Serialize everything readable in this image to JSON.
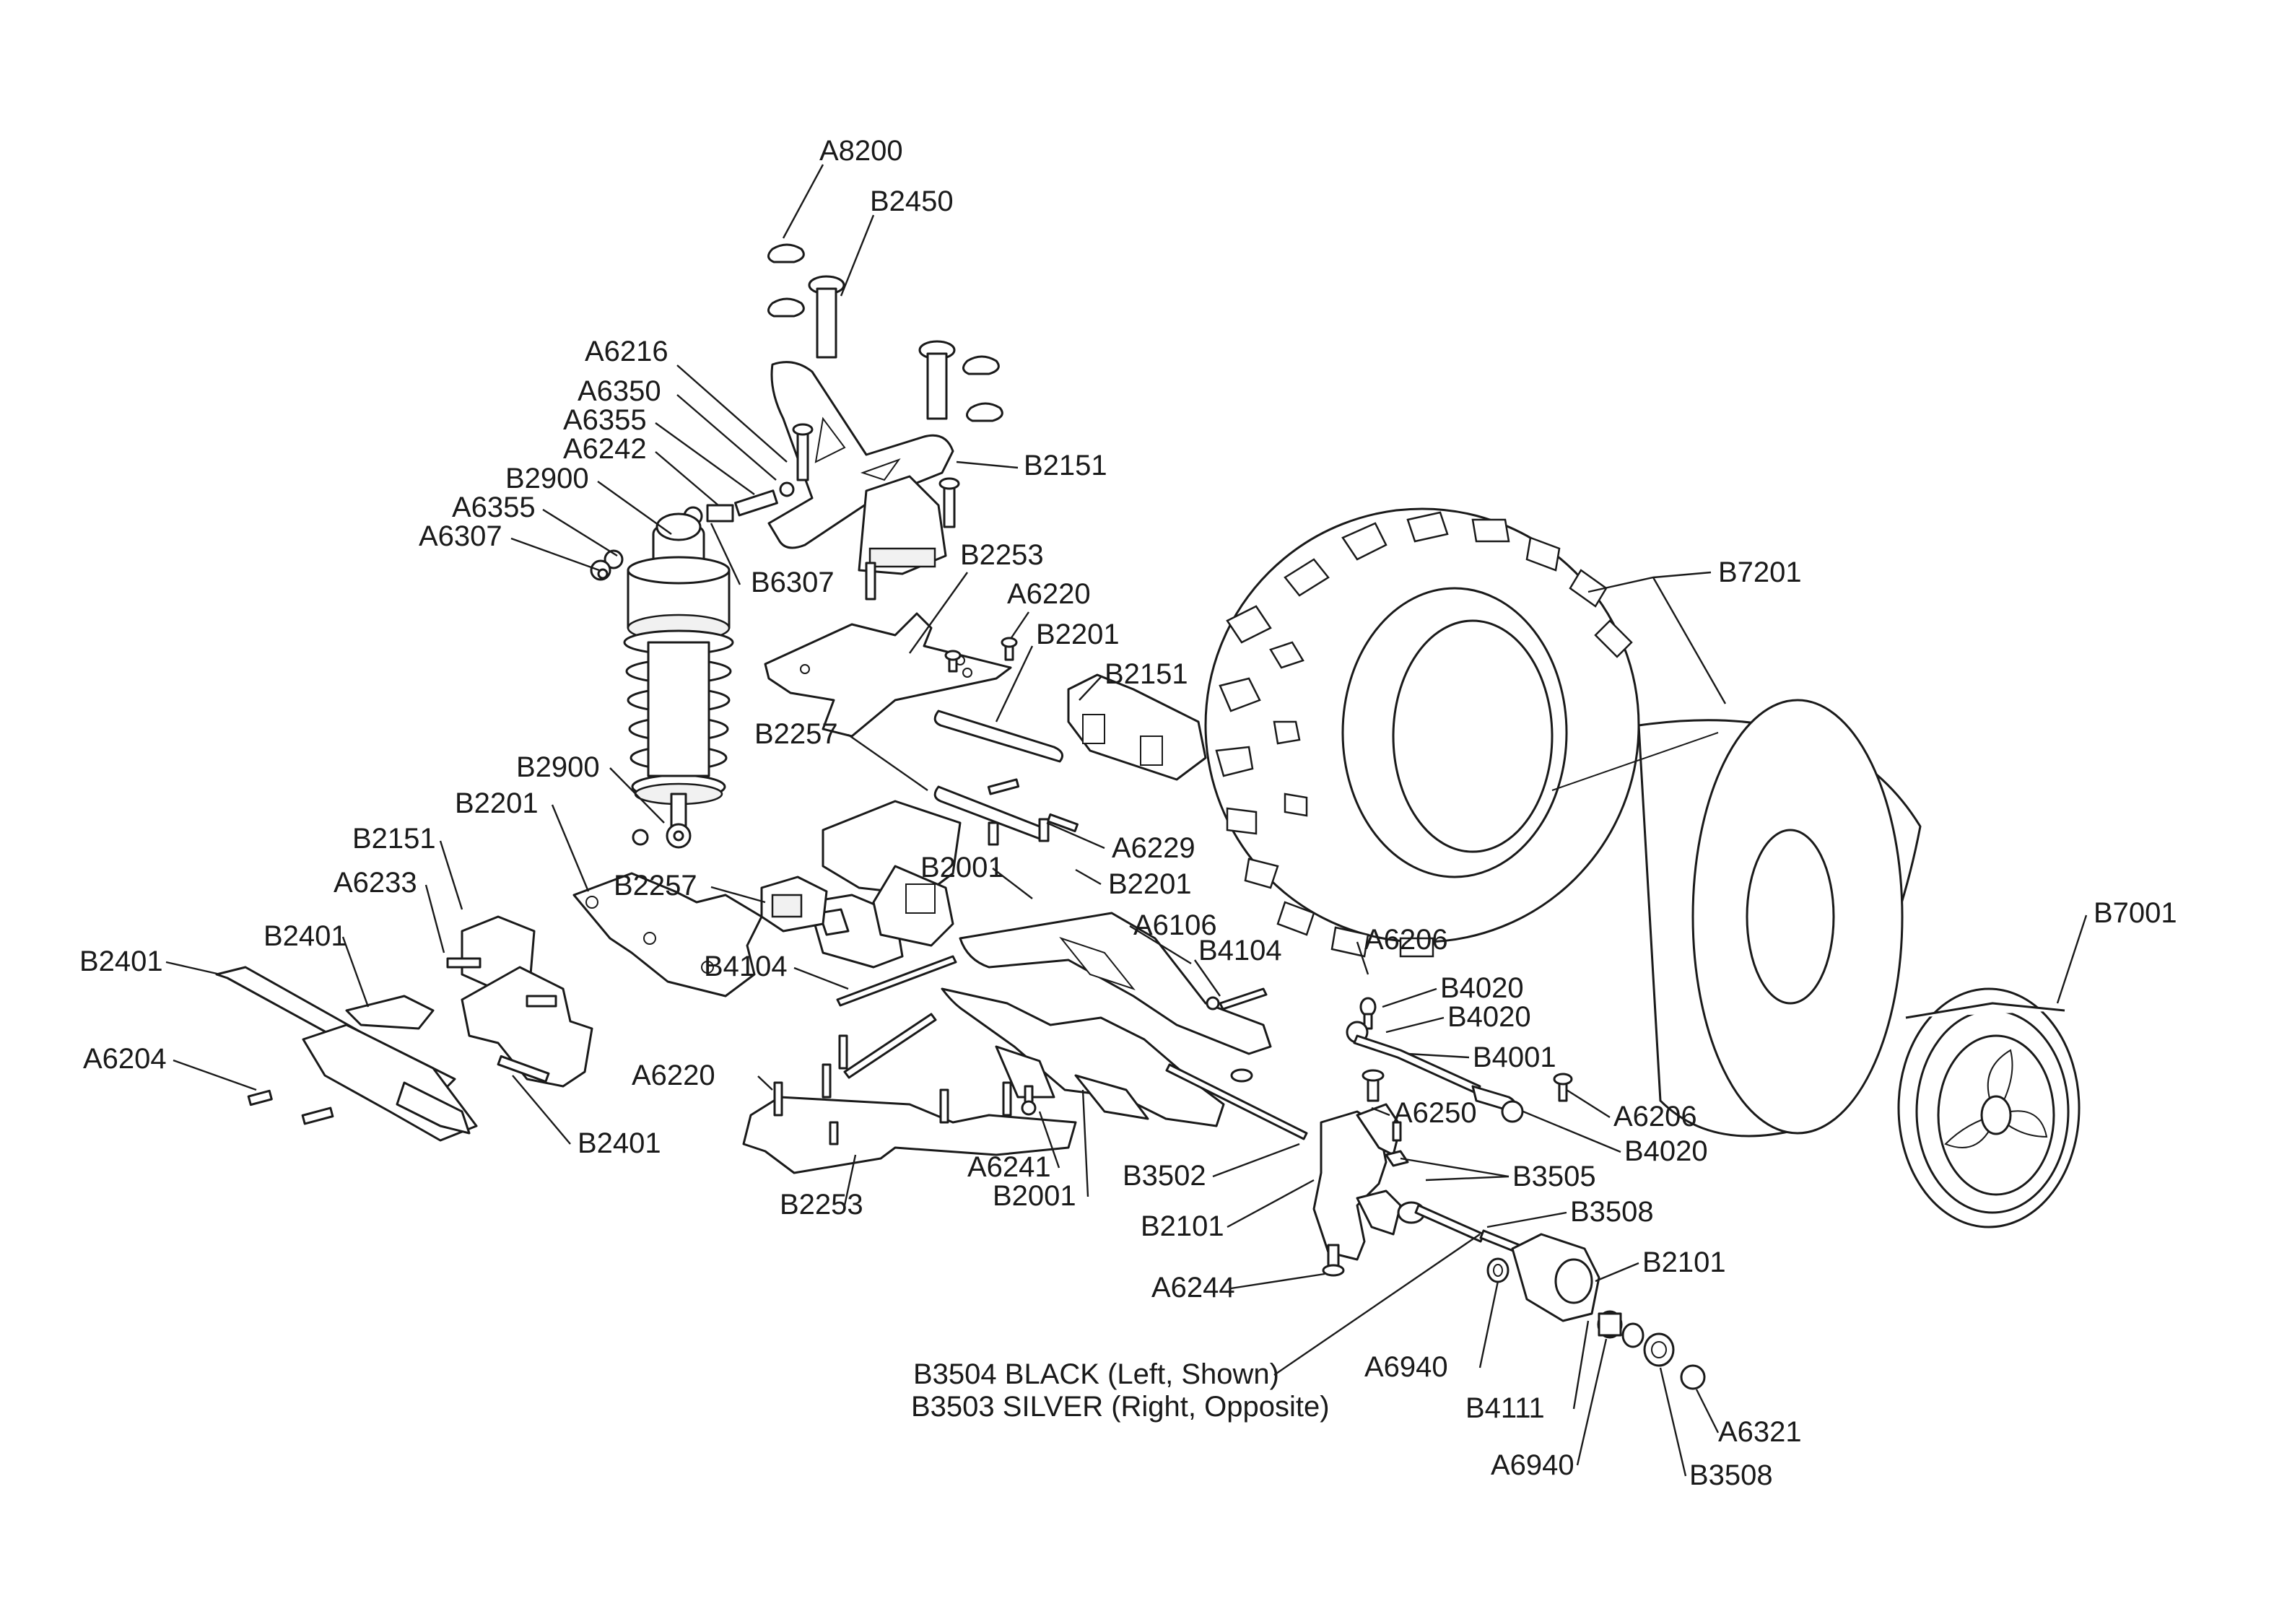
{
  "diagram": {
    "callouts": [
      {
        "id": "a8200",
        "text": "A8200"
      },
      {
        "id": "b2450",
        "text": "B2450"
      },
      {
        "id": "a6216",
        "text": "A6216"
      },
      {
        "id": "a6350",
        "text": "A6350"
      },
      {
        "id": "a6355-top",
        "text": "A6355"
      },
      {
        "id": "a6242",
        "text": "A6242"
      },
      {
        "id": "b2900-top",
        "text": "B2900"
      },
      {
        "id": "a6355-mid",
        "text": "A6355"
      },
      {
        "id": "a6307",
        "text": "A6307"
      },
      {
        "id": "b6307",
        "text": "B6307"
      },
      {
        "id": "b2151-top",
        "text": "B2151"
      },
      {
        "id": "b2253-top",
        "text": "B2253"
      },
      {
        "id": "a6220-top",
        "text": "A6220"
      },
      {
        "id": "b2201-top",
        "text": "B2201"
      },
      {
        "id": "b2151-mid",
        "text": "B2151"
      },
      {
        "id": "b7201",
        "text": "B7201"
      },
      {
        "id": "b2257-top",
        "text": "B2257"
      },
      {
        "id": "b2900-mid",
        "text": "B2900"
      },
      {
        "id": "b2201-left",
        "text": "B2201"
      },
      {
        "id": "b2151-left",
        "text": "B2151"
      },
      {
        "id": "a6233",
        "text": "A6233"
      },
      {
        "id": "a6229",
        "text": "A6229"
      },
      {
        "id": "b2201-right",
        "text": "B2201"
      },
      {
        "id": "b2257-mid",
        "text": "B2257"
      },
      {
        "id": "b2001-top",
        "text": "B2001"
      },
      {
        "id": "b7001",
        "text": "B7001"
      },
      {
        "id": "b2401-a",
        "text": "B2401"
      },
      {
        "id": "b2401-b",
        "text": "B2401"
      },
      {
        "id": "a6106",
        "text": "A6106"
      },
      {
        "id": "b4104-right",
        "text": "B4104"
      },
      {
        "id": "a6206-top",
        "text": "A6206"
      },
      {
        "id": "b4104-left",
        "text": "B4104"
      },
      {
        "id": "b4020-a",
        "text": "B4020"
      },
      {
        "id": "b4020-b",
        "text": "B4020"
      },
      {
        "id": "a6204",
        "text": "A6204"
      },
      {
        "id": "b4001",
        "text": "B4001"
      },
      {
        "id": "a6220-low",
        "text": "A6220"
      },
      {
        "id": "a6250",
        "text": "A6250"
      },
      {
        "id": "a6206-low",
        "text": "A6206"
      },
      {
        "id": "b2401-c",
        "text": "B2401"
      },
      {
        "id": "b4020-c",
        "text": "B4020"
      },
      {
        "id": "a6241",
        "text": "A6241"
      },
      {
        "id": "b3502",
        "text": "B3502"
      },
      {
        "id": "b3505",
        "text": "B3505"
      },
      {
        "id": "b2001-low",
        "text": "B2001"
      },
      {
        "id": "b2253-low",
        "text": "B2253"
      },
      {
        "id": "b3508-top",
        "text": "B3508"
      },
      {
        "id": "b2101-left",
        "text": "B2101"
      },
      {
        "id": "b2101-right",
        "text": "B2101"
      },
      {
        "id": "a6244",
        "text": "A6244"
      },
      {
        "id": "b3504-note",
        "text": "B3504 BLACK (Left, Shown)"
      },
      {
        "id": "a6940-top",
        "text": "A6940"
      },
      {
        "id": "b3503-note",
        "text": "B3503 SILVER (Right, Opposite)"
      },
      {
        "id": "b4111",
        "text": "B4111"
      },
      {
        "id": "a6321",
        "text": "A6321"
      },
      {
        "id": "a6940-low",
        "text": "A6940"
      },
      {
        "id": "b3508-low",
        "text": "B3508"
      }
    ]
  }
}
